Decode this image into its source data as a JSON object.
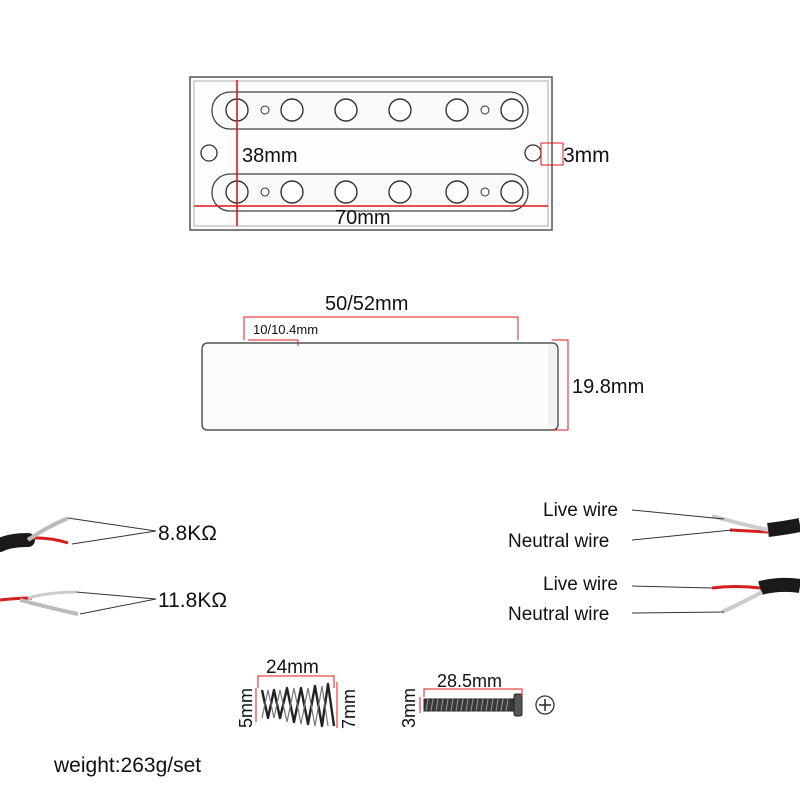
{
  "top_view": {
    "height_label": "38mm",
    "width_label": "70mm",
    "hole_label": "3mm"
  },
  "side_view": {
    "length_label": "50/52mm",
    "pole_spacing_label": "10/10.4mm",
    "height_label": "19.8mm"
  },
  "resistance": {
    "neck_label": "8.8KΩ",
    "bridge_label": "11.8KΩ"
  },
  "wires": {
    "upper": {
      "live_label": "Live wire",
      "neutral_label": "Neutral wire"
    },
    "lower": {
      "live_label": "Live wire",
      "neutral_label": "Neutral wire"
    }
  },
  "spring": {
    "length_label": "24mm",
    "small_dia_label": "5mm",
    "large_dia_label": "7mm"
  },
  "screw": {
    "length_label": "28.5mm",
    "dia_label": "3mm"
  },
  "weight_label": "weight:263g/set",
  "colors": {
    "accent_red": "#e01818",
    "wire_red": "#d42020",
    "cable_black": "#1a1a1a",
    "outline": "#555555"
  }
}
